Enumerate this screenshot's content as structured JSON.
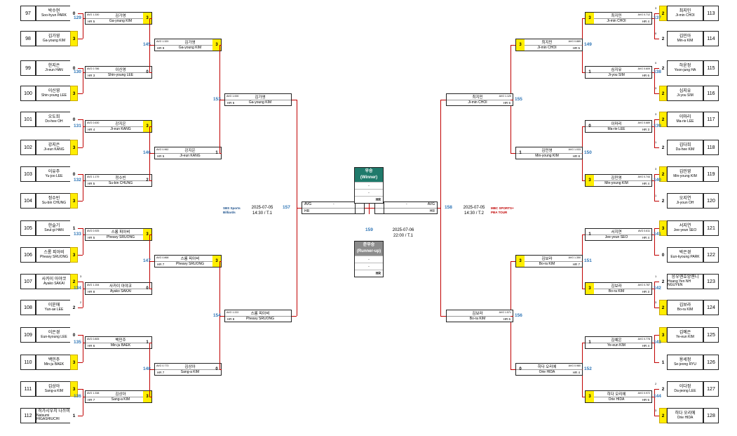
{
  "colors": {
    "winner_fill": "#ffee00",
    "match_no": "#2e75b6",
    "bracket_line": "#c00000",
    "winner_header": "#1f7a6b",
    "runnerup_header": "#8c8c8c"
  },
  "left_seeds": [
    {
      "seed": "97",
      "kr": "박수현",
      "en": "Soo-hyun PARK",
      "score": "0",
      "win": false
    },
    {
      "seed": "98",
      "kr": "김가영",
      "en": "Ga-young KIM",
      "score": "3",
      "win": true
    },
    {
      "seed": "99",
      "kr": "한지은",
      "en": "Ji-eun HAN",
      "score": "0",
      "win": false
    },
    {
      "seed": "100",
      "kr": "이신영",
      "en": "Shin-young LEE",
      "score": "3",
      "win": true
    },
    {
      "seed": "101",
      "kr": "오도희",
      "en": "Do-hee OH",
      "score": "0",
      "win": false
    },
    {
      "seed": "102",
      "kr": "강지은",
      "en": "Ji-eun KANG",
      "score": "3",
      "win": true
    },
    {
      "seed": "103",
      "kr": "이유주",
      "en": "Yu-joo LEE",
      "score": "0",
      "win": false
    },
    {
      "seed": "104",
      "kr": "정수빈",
      "en": "Su-bin CHUNG",
      "score": "3",
      "win": true
    },
    {
      "seed": "105",
      "kr": "한슬기",
      "en": "Seul-gi HAN",
      "score": "1",
      "win": false
    },
    {
      "seed": "106",
      "kr": "스롱 피아비",
      "en": "Pheavy SRUONG",
      "score": "3",
      "win": true
    },
    {
      "seed": "107",
      "kr": "사카이 아야코",
      "en": "Ayako SAKAI",
      "score": "2",
      "win": true,
      "set": "3"
    },
    {
      "seed": "108",
      "kr": "이윤애",
      "en": "Yun-ae LEE",
      "score": "2",
      "win": false,
      "set": "2"
    },
    {
      "seed": "109",
      "kr": "이은경",
      "en": "Eun-kyoung LEE",
      "score": "0",
      "win": false
    },
    {
      "seed": "110",
      "kr": "백민주",
      "en": "Min-ju BAEK",
      "score": "3",
      "win": true
    },
    {
      "seed": "111",
      "kr": "김상아",
      "en": "Sang-a KIM",
      "score": "3",
      "win": true
    },
    {
      "seed": "112",
      "kr": "히가시우치 나쓰미",
      "en": "Natsumi HIGASHIUCHI",
      "score": "1",
      "win": false
    }
  ],
  "right_seeds": [
    {
      "seed": "113",
      "kr": "최지민",
      "en": "Ji-min CHOI",
      "score": "2",
      "win": true,
      "set": "3"
    },
    {
      "seed": "114",
      "kr": "김민아",
      "en": "Min-a KIM",
      "score": "2",
      "win": false,
      "set": "0"
    },
    {
      "seed": "115",
      "kr": "하윤정",
      "en": "Yoon-jung HA",
      "score": "2",
      "win": false,
      "set": "0"
    },
    {
      "seed": "116",
      "kr": "심지유",
      "en": "Ji-you SIM",
      "score": "2",
      "win": true,
      "set": "3"
    },
    {
      "seed": "117",
      "kr": "이마리",
      "en": "Ma-rie LEE",
      "score": "2",
      "win": true,
      "set": "3"
    },
    {
      "seed": "118",
      "kr": "김다희",
      "en": "Da-hee KIM",
      "score": "2",
      "win": false,
      "set": "1"
    },
    {
      "seed": "119",
      "kr": "김민영",
      "en": "Min-young KIM",
      "score": "2",
      "win": true,
      "set": "3"
    },
    {
      "seed": "120",
      "kr": "오지연",
      "en": "Ji-youn OH",
      "score": "2",
      "win": false,
      "set": "1"
    },
    {
      "seed": "121",
      "kr": "서지연",
      "en": "Jee-yeun SEO",
      "score": "3",
      "win": true
    },
    {
      "seed": "122",
      "kr": "박은경",
      "en": "Eun-kyoung PARK",
      "score": "0",
      "win": false
    },
    {
      "seed": "123",
      "kr": "응우옌호앙옌니",
      "en": "Hoang Yen NH NGUYEN",
      "score": "2",
      "win": false,
      "set": "1"
    },
    {
      "seed": "124",
      "kr": "김보라",
      "en": "Bo-ra KIM",
      "score": "2",
      "win": true,
      "set": "3"
    },
    {
      "seed": "125",
      "kr": "김예은",
      "en": "Ye-eun KIM",
      "score": "3",
      "win": true
    },
    {
      "seed": "126",
      "kr": "용세정",
      "en": "Se-jeong RYU",
      "score": "1",
      "win": false
    },
    {
      "seed": "127",
      "kr": "이다정",
      "en": "Da-jeong LEE",
      "score": "2",
      "win": false,
      "set": "2"
    },
    {
      "seed": "128",
      "kr": "히다 오리에",
      "en": "Orie HIDA",
      "score": "2",
      "win": true,
      "set": "3"
    }
  ],
  "left_r2": [
    {
      "no": "129",
      "avg": "AVG 1.330",
      "hr": "HR 5",
      "kr": "김가영",
      "en": "Ga-young KIM",
      "score": "3",
      "win": true
    },
    {
      "no": "130",
      "avg": "AVG 0.786",
      "hr": "HR 3",
      "kr": "이신영",
      "en": "Shin-young LEE",
      "score": "0",
      "win": false
    },
    {
      "no": "131",
      "avg": "AVG 0.630",
      "hr": "HR 4",
      "kr": "강지은",
      "en": "Ji-eun KANG",
      "score": "3",
      "win": true
    },
    {
      "no": "132",
      "avg": "AVG 1.179",
      "hr": "HR 5",
      "kr": "정수빈",
      "en": "Su-bin CHUNG",
      "score": "2",
      "win": false
    },
    {
      "no": "133",
      "avg": "AVG 0.925",
      "hr": "HR 5",
      "kr": "스롱 피아비",
      "en": "Pheavy SRUONG",
      "score": "3",
      "win": true
    },
    {
      "no": "134",
      "avg": "AVG 1.154",
      "hr": "HR 8",
      "kr": "사카이 아야코",
      "en": "Ayako SAKAI",
      "score": "0",
      "win": false
    },
    {
      "no": "135",
      "avg": "AVG 0.805",
      "hr": "HR 6",
      "kr": "백민주",
      "en": "Min-ju BAEK",
      "score": "1",
      "win": false
    },
    {
      "no": "136",
      "avg": "AVG 1.338",
      "hr": "HR 7",
      "kr": "김상아",
      "en": "Sang-a KIM",
      "score": "3",
      "win": true
    }
  ],
  "right_r2": [
    {
      "no": "137",
      "avg": "AVG 0.712",
      "hr": "HR 4",
      "kr": "최지민",
      "en": "Ji-min CHOI",
      "score": "3",
      "win": true
    },
    {
      "no": "138",
      "avg": "AVG 0.609",
      "hr": "HR 6",
      "kr": "심지유",
      "en": "Ji-you SIM",
      "score": "1",
      "win": false
    },
    {
      "no": "139",
      "avg": "AVG 0.689",
      "hr": "HR 3",
      "kr": "이마리",
      "en": "Ma-rie LEE",
      "score": "0",
      "win": false
    },
    {
      "no": "140",
      "avg": "AVG 0.744",
      "hr": "HR 4",
      "kr": "김민영",
      "en": "Min-young KIM",
      "score": "3",
      "win": true
    },
    {
      "no": "141",
      "avg": "AVG 0.611",
      "hr": "HR 4",
      "kr": "서지연",
      "en": "Jee-yeun SEO",
      "score": "1",
      "win": false
    },
    {
      "no": "142",
      "avg": "AVG 0.787",
      "hr": "HR 3",
      "kr": "김보라",
      "en": "Bo-ra KIM",
      "score": "3",
      "win": true
    },
    {
      "no": "143",
      "avg": "AVG 0.778",
      "hr": "HR 4",
      "kr": "김예은",
      "en": "Ye-eun KIM",
      "score": "1",
      "win": false
    },
    {
      "no": "144",
      "avg": "AVG 0.972",
      "hr": "HR 5",
      "kr": "히다 오리에",
      "en": "Orie HIDA",
      "score": "3",
      "win": true
    }
  ],
  "left_r3": [
    {
      "no": "145",
      "avg": "AVG 1.320",
      "hr": "HR 9",
      "kr": "김가영",
      "en": "Ga-young KIM",
      "score": "3",
      "win": true
    },
    {
      "no": "146",
      "avg": "AVG 0.962",
      "hr": "HR 5",
      "kr": "강지은",
      "en": "Ji-eun KANG",
      "score": "1",
      "win": false
    },
    {
      "no": "147",
      "avg": "AVG 0.868",
      "hr": "HR 7",
      "kr": "스롱 피아비",
      "en": "Pheavy SRUONG",
      "score": "3",
      "win": true
    },
    {
      "no": "148",
      "avg": "AVG 0.773",
      "hr": "HR 7",
      "kr": "김상아",
      "en": "Sang-a KIM",
      "score": "0",
      "win": false
    }
  ],
  "right_r3": [
    {
      "no": "149",
      "avg": "AVG 0.889",
      "hr": "HR 5",
      "kr": "최지민",
      "en": "Ji-min CHOI",
      "score": "3",
      "win": true
    },
    {
      "no": "150",
      "avg": "AVG 1.033",
      "hr": "HR 8",
      "kr": "김민영",
      "en": "Min-young KIM",
      "score": "1",
      "win": false
    },
    {
      "no": "151",
      "avg": "AVG 1.350",
      "hr": "HR 7",
      "kr": "김보라",
      "en": "Bo-ra KIM",
      "score": "3",
      "win": true
    },
    {
      "no": "152",
      "avg": "AVG 0.980",
      "hr": "HR 4",
      "kr": "히다 오리에",
      "en": "Orie HIDA",
      "score": "0",
      "win": false
    }
  ],
  "left_r4": [
    {
      "no": "153",
      "avg": "AVG 1.000",
      "hr": "HR 6",
      "kr": "김가영",
      "en": "Ga-young KIM",
      "score": "",
      "win": false
    },
    {
      "no": "154",
      "avg": "AVG 1.222",
      "hr": "HR 8",
      "kr": "스롱 피아비",
      "en": "Pheavy SRUONG",
      "score": "",
      "win": false
    }
  ],
  "right_r4": [
    {
      "no": "155",
      "avg": "AVG 1.125",
      "hr": "HR 6",
      "kr": "최지민",
      "en": "Ji-min CHOI",
      "score": "",
      "win": false
    },
    {
      "no": "156",
      "avg": "AVG 1.571",
      "hr": "HR 6",
      "kr": "김보라",
      "en": "Bo-ra KIM",
      "score": "",
      "win": false
    }
  ],
  "semi_left": {
    "no": "157",
    "date": "2025-07-05",
    "time": "14:30 / T.1",
    "logo": "SBS Sports Billiards"
  },
  "semi_right": {
    "no": "158",
    "date": "2025-07-05",
    "time": "14:30 / T.2",
    "logo": "MBC SPORTS+ PBA TOUR"
  },
  "final": {
    "no": "159",
    "date": "2025-07-06",
    "time": "22:00 / T.1",
    "left": {
      "avg": "AVG",
      "hr": "HR",
      "name": "-"
    },
    "right": {
      "avg": "AVG",
      "hr": "HR",
      "name": "-"
    }
  },
  "winner": {
    "title": "우승",
    "subtitle": "(Winner)",
    "name": "-",
    "hr": "HR",
    "dash": "-"
  },
  "runner_up": {
    "title": "준우승",
    "subtitle": "(Runner-up)",
    "name": "-",
    "hr": "HR",
    "dash": "-"
  }
}
